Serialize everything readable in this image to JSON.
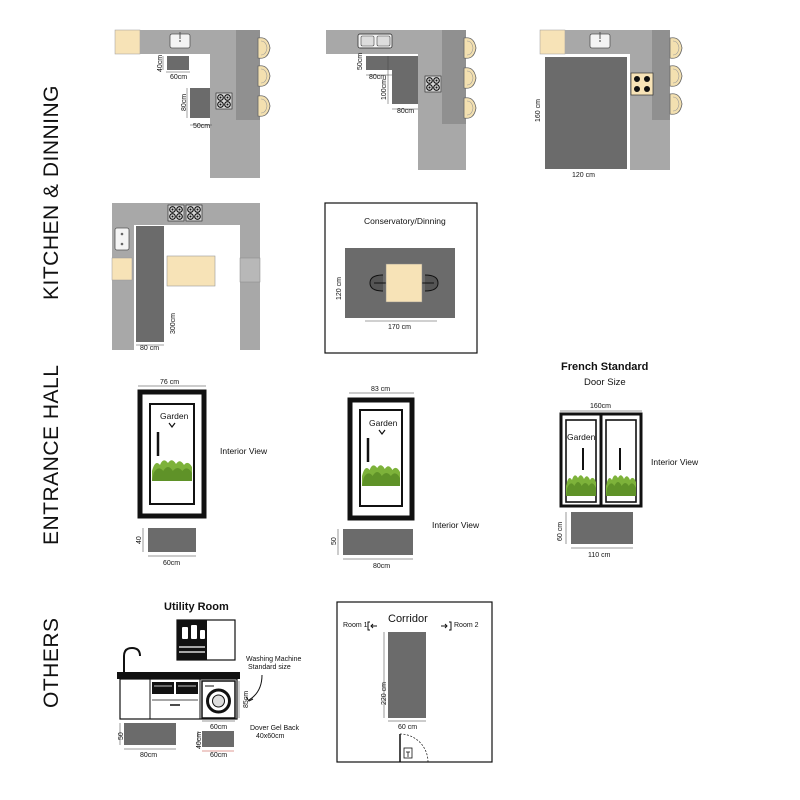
{
  "sections": {
    "kitchen": "KITCHEN & DINNING",
    "entrance": "ENTRANCE HALL",
    "others": "OTHERS"
  },
  "kitchen1": {
    "dim_40": "40cm",
    "dim_60": "60cm",
    "dim_80": "80cm",
    "dim_50": "50cm"
  },
  "kitchen2": {
    "dim_50": "50cm",
    "dim_80a": "80cm",
    "dim_100": "100cm",
    "dim_80b": "80cm"
  },
  "kitchen3": {
    "dim_160": "160 cm",
    "dim_120": "120 cm"
  },
  "kitchen4": {
    "dim_300": "300cm",
    "dim_80": "80 cm"
  },
  "dining": {
    "title": "Conservatory/Dinning",
    "dim_120": "120 cm",
    "dim_170": "170 cm"
  },
  "door1": {
    "width": "76 cm",
    "garden": "Garden",
    "view": "Interior View",
    "mat_h": "40",
    "mat_w": "60cm"
  },
  "door2": {
    "width": "83 cm",
    "garden": "Garden",
    "view": "Interior View",
    "mat_h": "50",
    "mat_w": "80cm"
  },
  "door3": {
    "title": "French Standard",
    "subtitle": "Door Size",
    "width": "160cm",
    "garden": "Garden",
    "view": "Interior View",
    "mat_h": "60 cm",
    "mat_w": "110 cm"
  },
  "utility": {
    "title": "Utility Room",
    "wm_label1": "Washing Machine",
    "wm_label2": "Standard size",
    "dim_85": "85cm",
    "dim_60": "60cm",
    "mat_h": "50",
    "mat_w": "80cm",
    "dover1": "Dover Gel Back",
    "dover2": "40x60cm",
    "small_h": "40cm",
    "small_w": "60cm"
  },
  "corridor": {
    "title": "Corridor",
    "room1": "Room 1",
    "room2": "Room 2",
    "dim_220": "220 cm",
    "dim_60": "60 cm"
  },
  "colors": {
    "counter": "#a8a8a8",
    "counter_dark": "#909090",
    "mat": "#6b6b6b",
    "wood": "#f7e3b7",
    "hedge": "#7db23a",
    "black": "#111111"
  }
}
